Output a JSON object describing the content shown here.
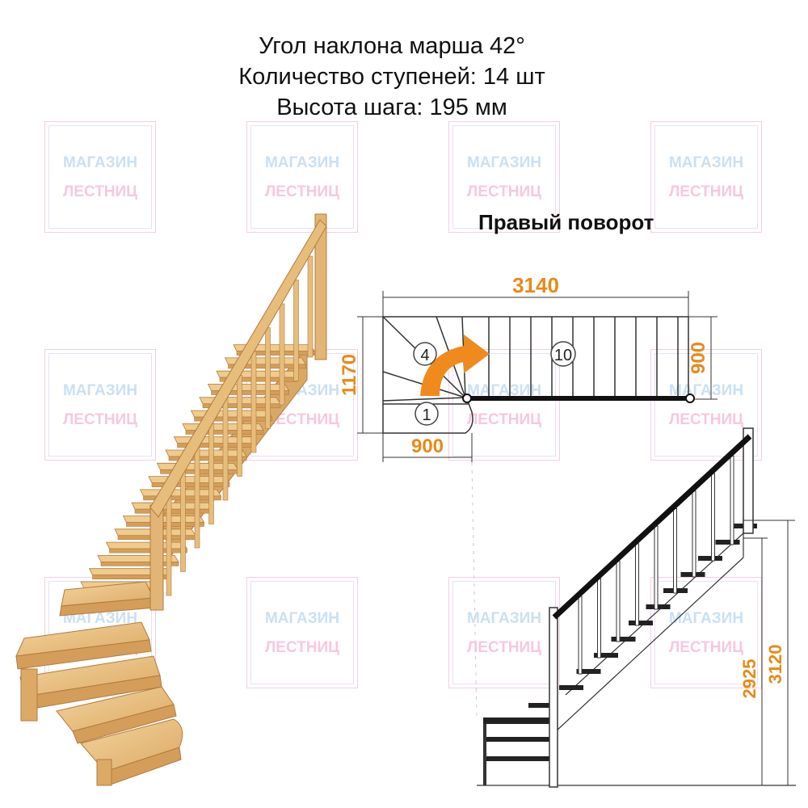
{
  "header": {
    "line1": "Угол наклона марша 42°",
    "line2": "Количество ступеней: 14 шт",
    "line3": "Высота шага: 195 мм"
  },
  "turn_label": "Правый поворот",
  "watermark": {
    "line1": "МАГАЗИН",
    "line2": "ЛЕСТНИЦ"
  },
  "plan": {
    "dim_total_length": "3140",
    "dim_total_width": "1170",
    "dim_flight_width": "900",
    "dim_bottom_width": "900",
    "step_first": "1",
    "step_turn": "4",
    "step_last": "10"
  },
  "elevation": {
    "dim_height_top": "3120",
    "dim_height_floor": "2925"
  },
  "colors": {
    "dimension_text": "#e68a1a",
    "arrow": "#f08a1c",
    "wood": "#e7bd7c",
    "wood_edge": "#c08a4a",
    "watermark_blue": "#c9e0f4",
    "watermark_pink": "#f6c8df"
  }
}
